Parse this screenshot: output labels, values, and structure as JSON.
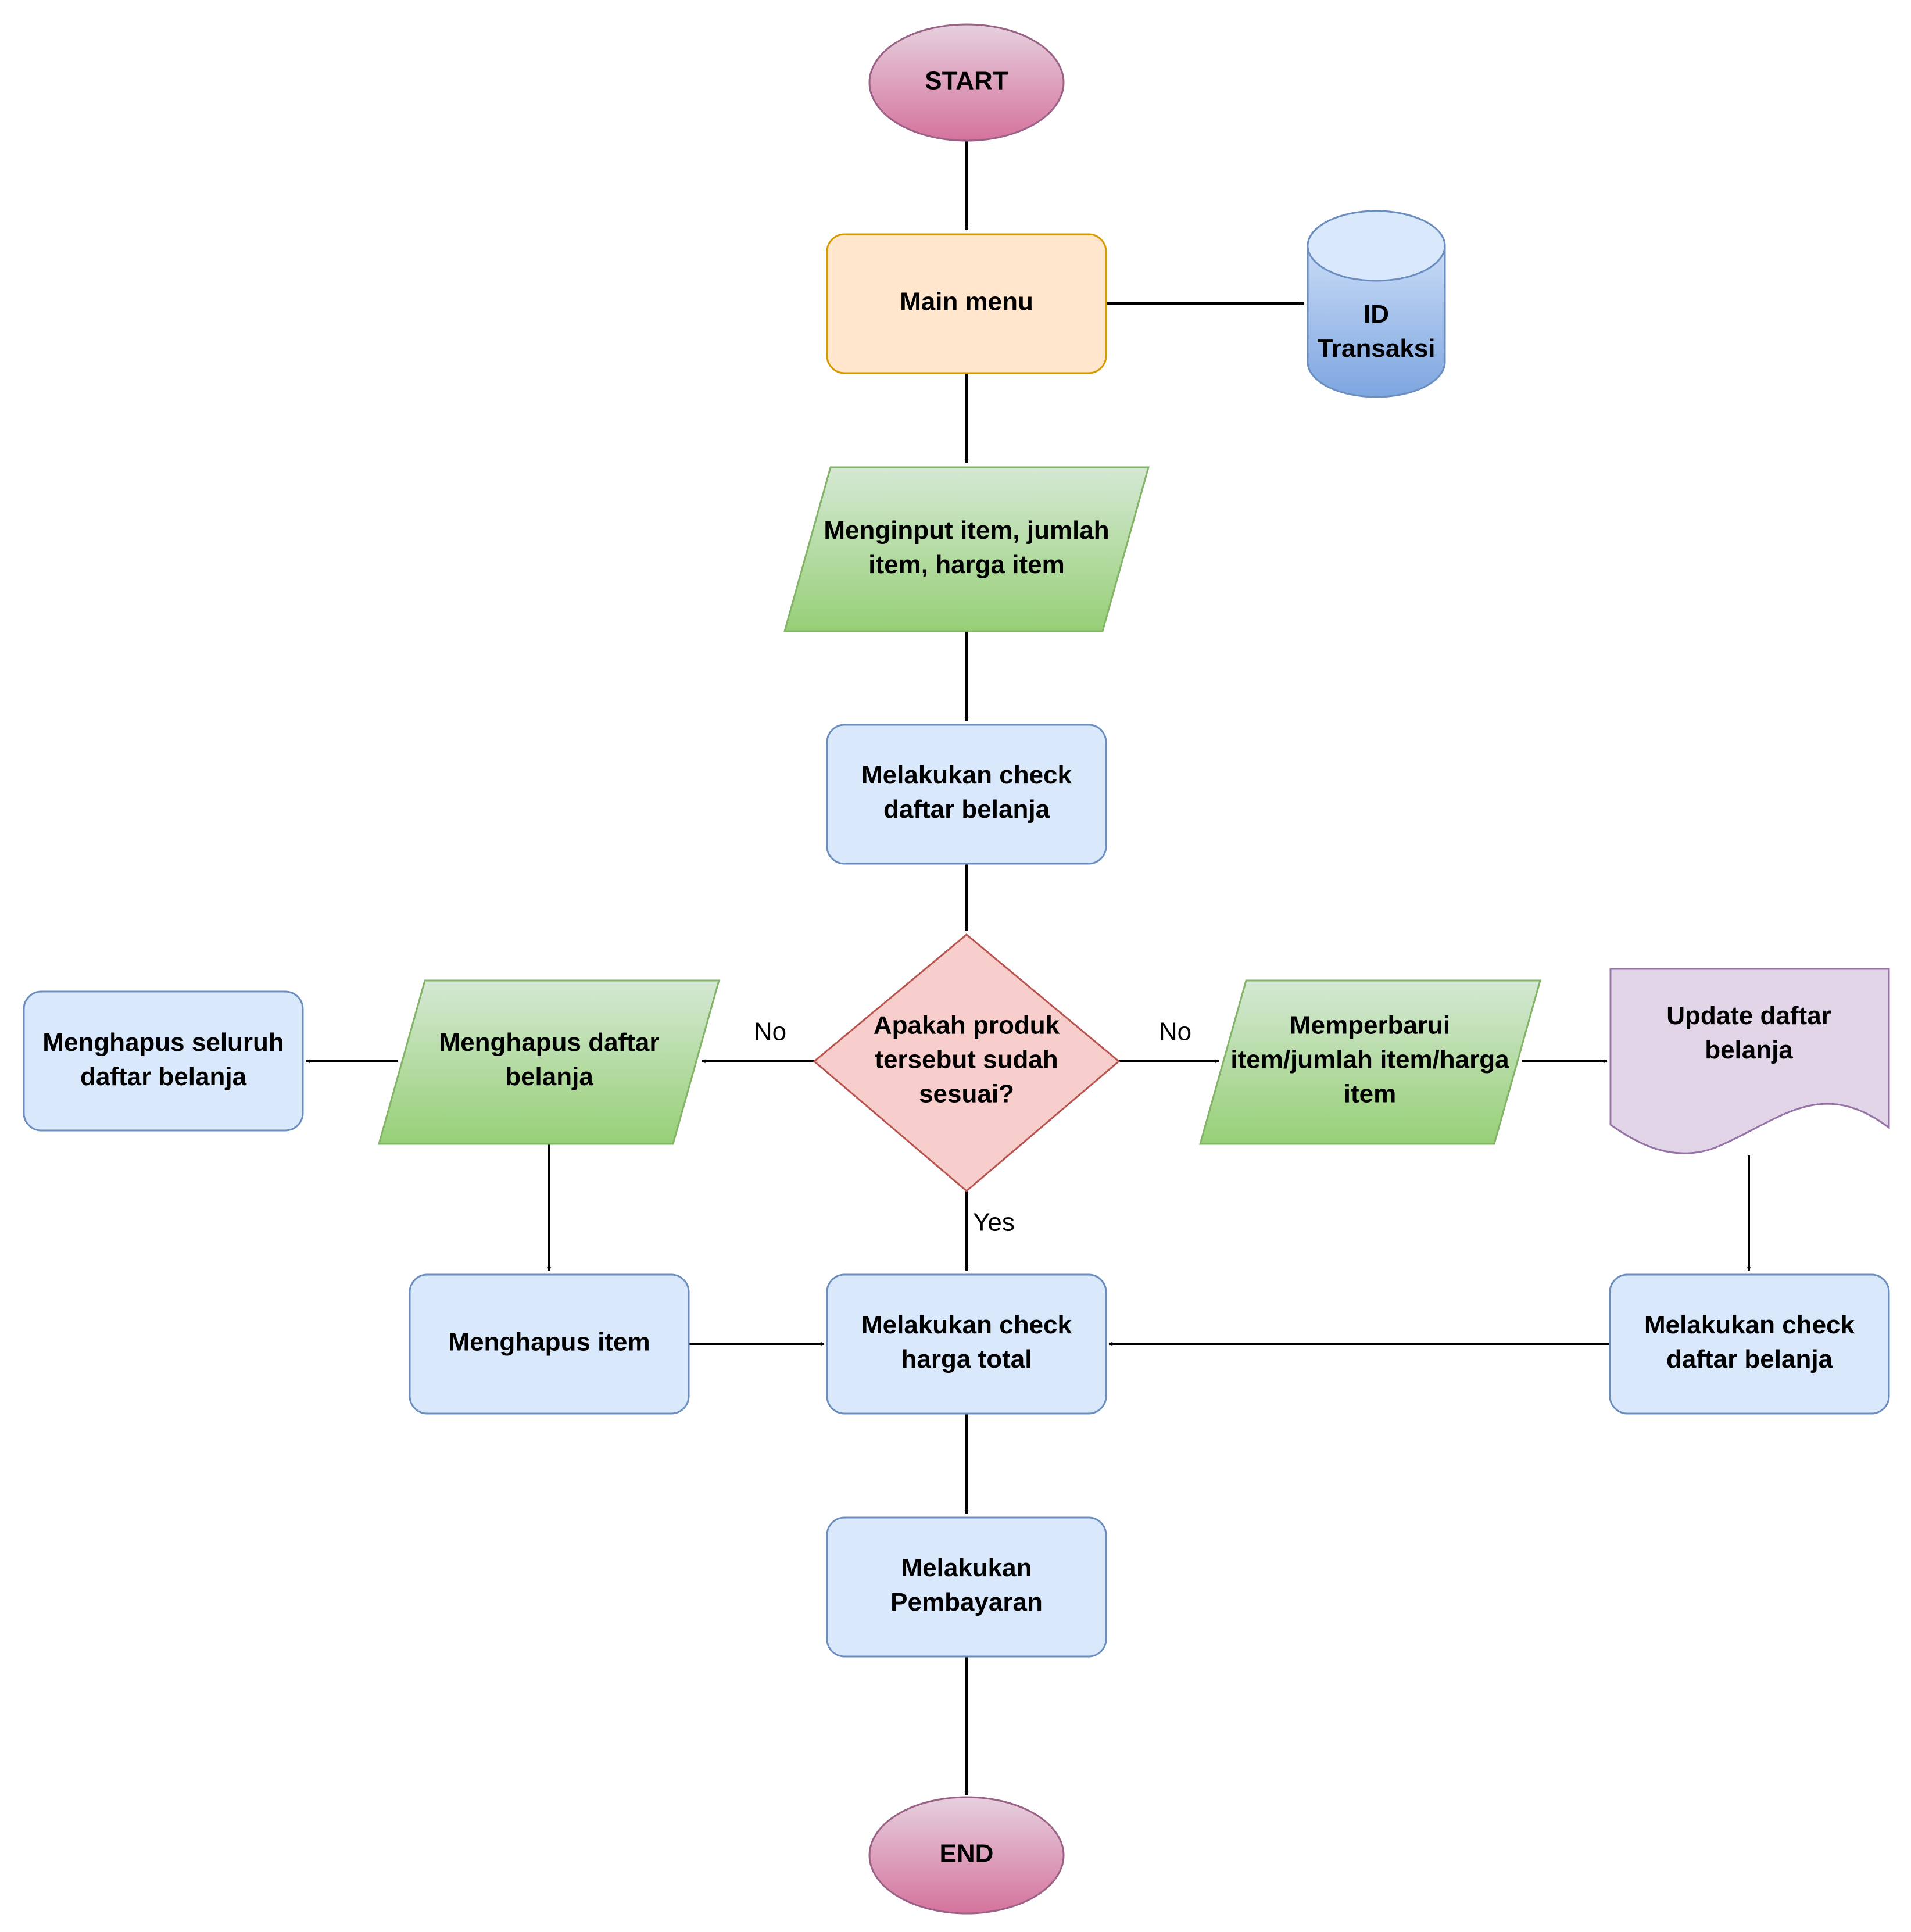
{
  "nodes": {
    "start": {
      "lines": [
        "START"
      ],
      "shape": "terminator",
      "fill_top": "#e6d0de",
      "fill_bottom": "#d5739d",
      "stroke": "#996185"
    },
    "main_menu": {
      "lines": [
        "Main menu"
      ],
      "shape": "rounded-rectangle",
      "fill": "#ffe6cc",
      "stroke": "#d79b00"
    },
    "id_transaksi": {
      "lines": [
        "ID",
        "Transaksi"
      ],
      "shape": "cylinder",
      "fill_top": "#dae8fc",
      "fill_bottom": "#7ea6e0",
      "stroke": "#6c8ebf"
    },
    "input_item": {
      "lines": [
        "Menginput item, jumlah",
        "item, harga item"
      ],
      "shape": "parallelogram",
      "fill_top": "#d5e8d4",
      "fill_bottom": "#97d077",
      "stroke": "#82b366"
    },
    "check_daftar": {
      "lines": [
        "Melakukan check",
        "daftar belanja"
      ],
      "shape": "rounded-rectangle",
      "fill": "#dae8fc",
      "stroke": "#6c8ebf"
    },
    "decision": {
      "lines": [
        "Apakah produk",
        "tersebut sudah",
        "sesuai?"
      ],
      "shape": "diamond",
      "fill": "#f8cecc",
      "stroke": "#b85450"
    },
    "hapus_daftar": {
      "lines": [
        "Menghapus daftar",
        "belanja"
      ],
      "shape": "parallelogram",
      "fill_top": "#d5e8d4",
      "fill_bottom": "#97d077",
      "stroke": "#82b366"
    },
    "hapus_seluruh": {
      "lines": [
        "Menghapus seluruh",
        "daftar belanja"
      ],
      "shape": "rounded-rectangle",
      "fill": "#dae8fc",
      "stroke": "#6c8ebf"
    },
    "hapus_item": {
      "lines": [
        "Menghapus item"
      ],
      "shape": "rounded-rectangle",
      "fill": "#dae8fc",
      "stroke": "#6c8ebf"
    },
    "perbarui": {
      "lines": [
        "Memperbarui",
        "item/jumlah item/harga",
        "item"
      ],
      "shape": "parallelogram",
      "fill_top": "#d5e8d4",
      "fill_bottom": "#97d077",
      "stroke": "#82b366"
    },
    "update_daftar": {
      "lines": [
        "Update daftar",
        "belanja"
      ],
      "shape": "document",
      "fill": "#e1d5e7",
      "stroke": "#9673a6"
    },
    "check_total": {
      "lines": [
        "Melakukan check",
        "harga total"
      ],
      "shape": "rounded-rectangle",
      "fill": "#dae8fc",
      "stroke": "#6c8ebf"
    },
    "check_daftar_right": {
      "lines": [
        "Melakukan check",
        "daftar belanja"
      ],
      "shape": "rounded-rectangle",
      "fill": "#dae8fc",
      "stroke": "#6c8ebf"
    },
    "pembayaran": {
      "lines": [
        "Melakukan",
        "Pembayaran"
      ],
      "shape": "rounded-rectangle",
      "fill": "#dae8fc",
      "stroke": "#6c8ebf"
    },
    "end": {
      "lines": [
        "END"
      ],
      "shape": "terminator",
      "fill_top": "#e6d0de",
      "fill_bottom": "#d5739d",
      "stroke": "#996185"
    }
  },
  "edges": [
    {
      "from": "start",
      "to": "main_menu",
      "label": ""
    },
    {
      "from": "main_menu",
      "to": "id_transaksi",
      "label": ""
    },
    {
      "from": "main_menu",
      "to": "input_item",
      "label": ""
    },
    {
      "from": "input_item",
      "to": "check_daftar",
      "label": ""
    },
    {
      "from": "check_daftar",
      "to": "decision",
      "label": ""
    },
    {
      "from": "decision",
      "to": "hapus_daftar",
      "label": "No"
    },
    {
      "from": "decision",
      "to": "perbarui",
      "label": "No"
    },
    {
      "from": "decision",
      "to": "check_total",
      "label": "Yes"
    },
    {
      "from": "hapus_daftar",
      "to": "hapus_seluruh",
      "label": ""
    },
    {
      "from": "hapus_daftar",
      "to": "hapus_item",
      "label": ""
    },
    {
      "from": "hapus_item",
      "to": "check_total",
      "label": ""
    },
    {
      "from": "perbarui",
      "to": "update_daftar",
      "label": ""
    },
    {
      "from": "update_daftar",
      "to": "check_daftar_right",
      "label": ""
    },
    {
      "from": "check_daftar_right",
      "to": "check_total",
      "label": ""
    },
    {
      "from": "check_total",
      "to": "pembayaran",
      "label": ""
    },
    {
      "from": "pembayaran",
      "to": "end",
      "label": ""
    }
  ]
}
